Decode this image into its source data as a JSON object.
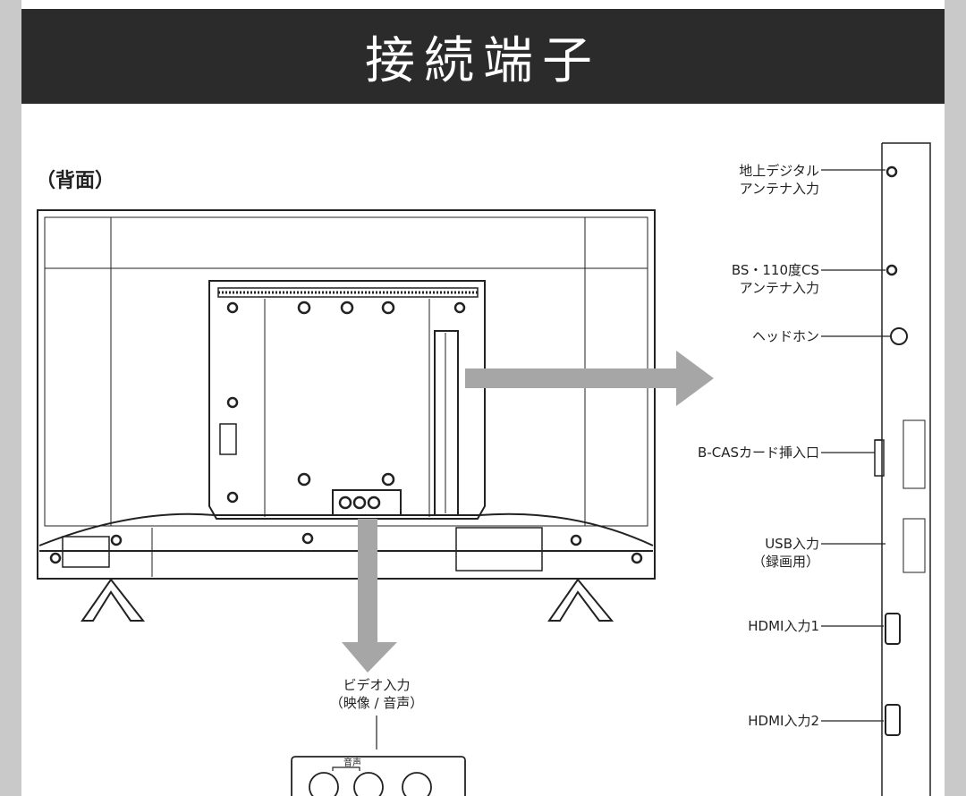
{
  "header": {
    "title": "接続端子"
  },
  "section": {
    "label": "（背面）"
  },
  "side_terminals": {
    "terrestrial": {
      "line1": "地上デジタル",
      "line2": "アンテナ入力"
    },
    "bs_cs": {
      "line1": "BS・110度CS",
      "line2": "アンテナ入力"
    },
    "headphone": {
      "label": "ヘッドホン"
    },
    "bcas": {
      "label": "B-CASカード挿入口"
    },
    "usb": {
      "line1": "USB入力",
      "line2": "（録画用）"
    },
    "hdmi1": {
      "label": "HDMI入力1"
    },
    "hdmi2": {
      "label": "HDMI入力2"
    }
  },
  "video_input": {
    "line1": "ビデオ入力",
    "line2": "（映像 / 音声）",
    "audio_label": "音声"
  },
  "colors": {
    "header_bg": "#2b2b2b",
    "arrow": "#a6a6a6",
    "line": "#222222"
  }
}
